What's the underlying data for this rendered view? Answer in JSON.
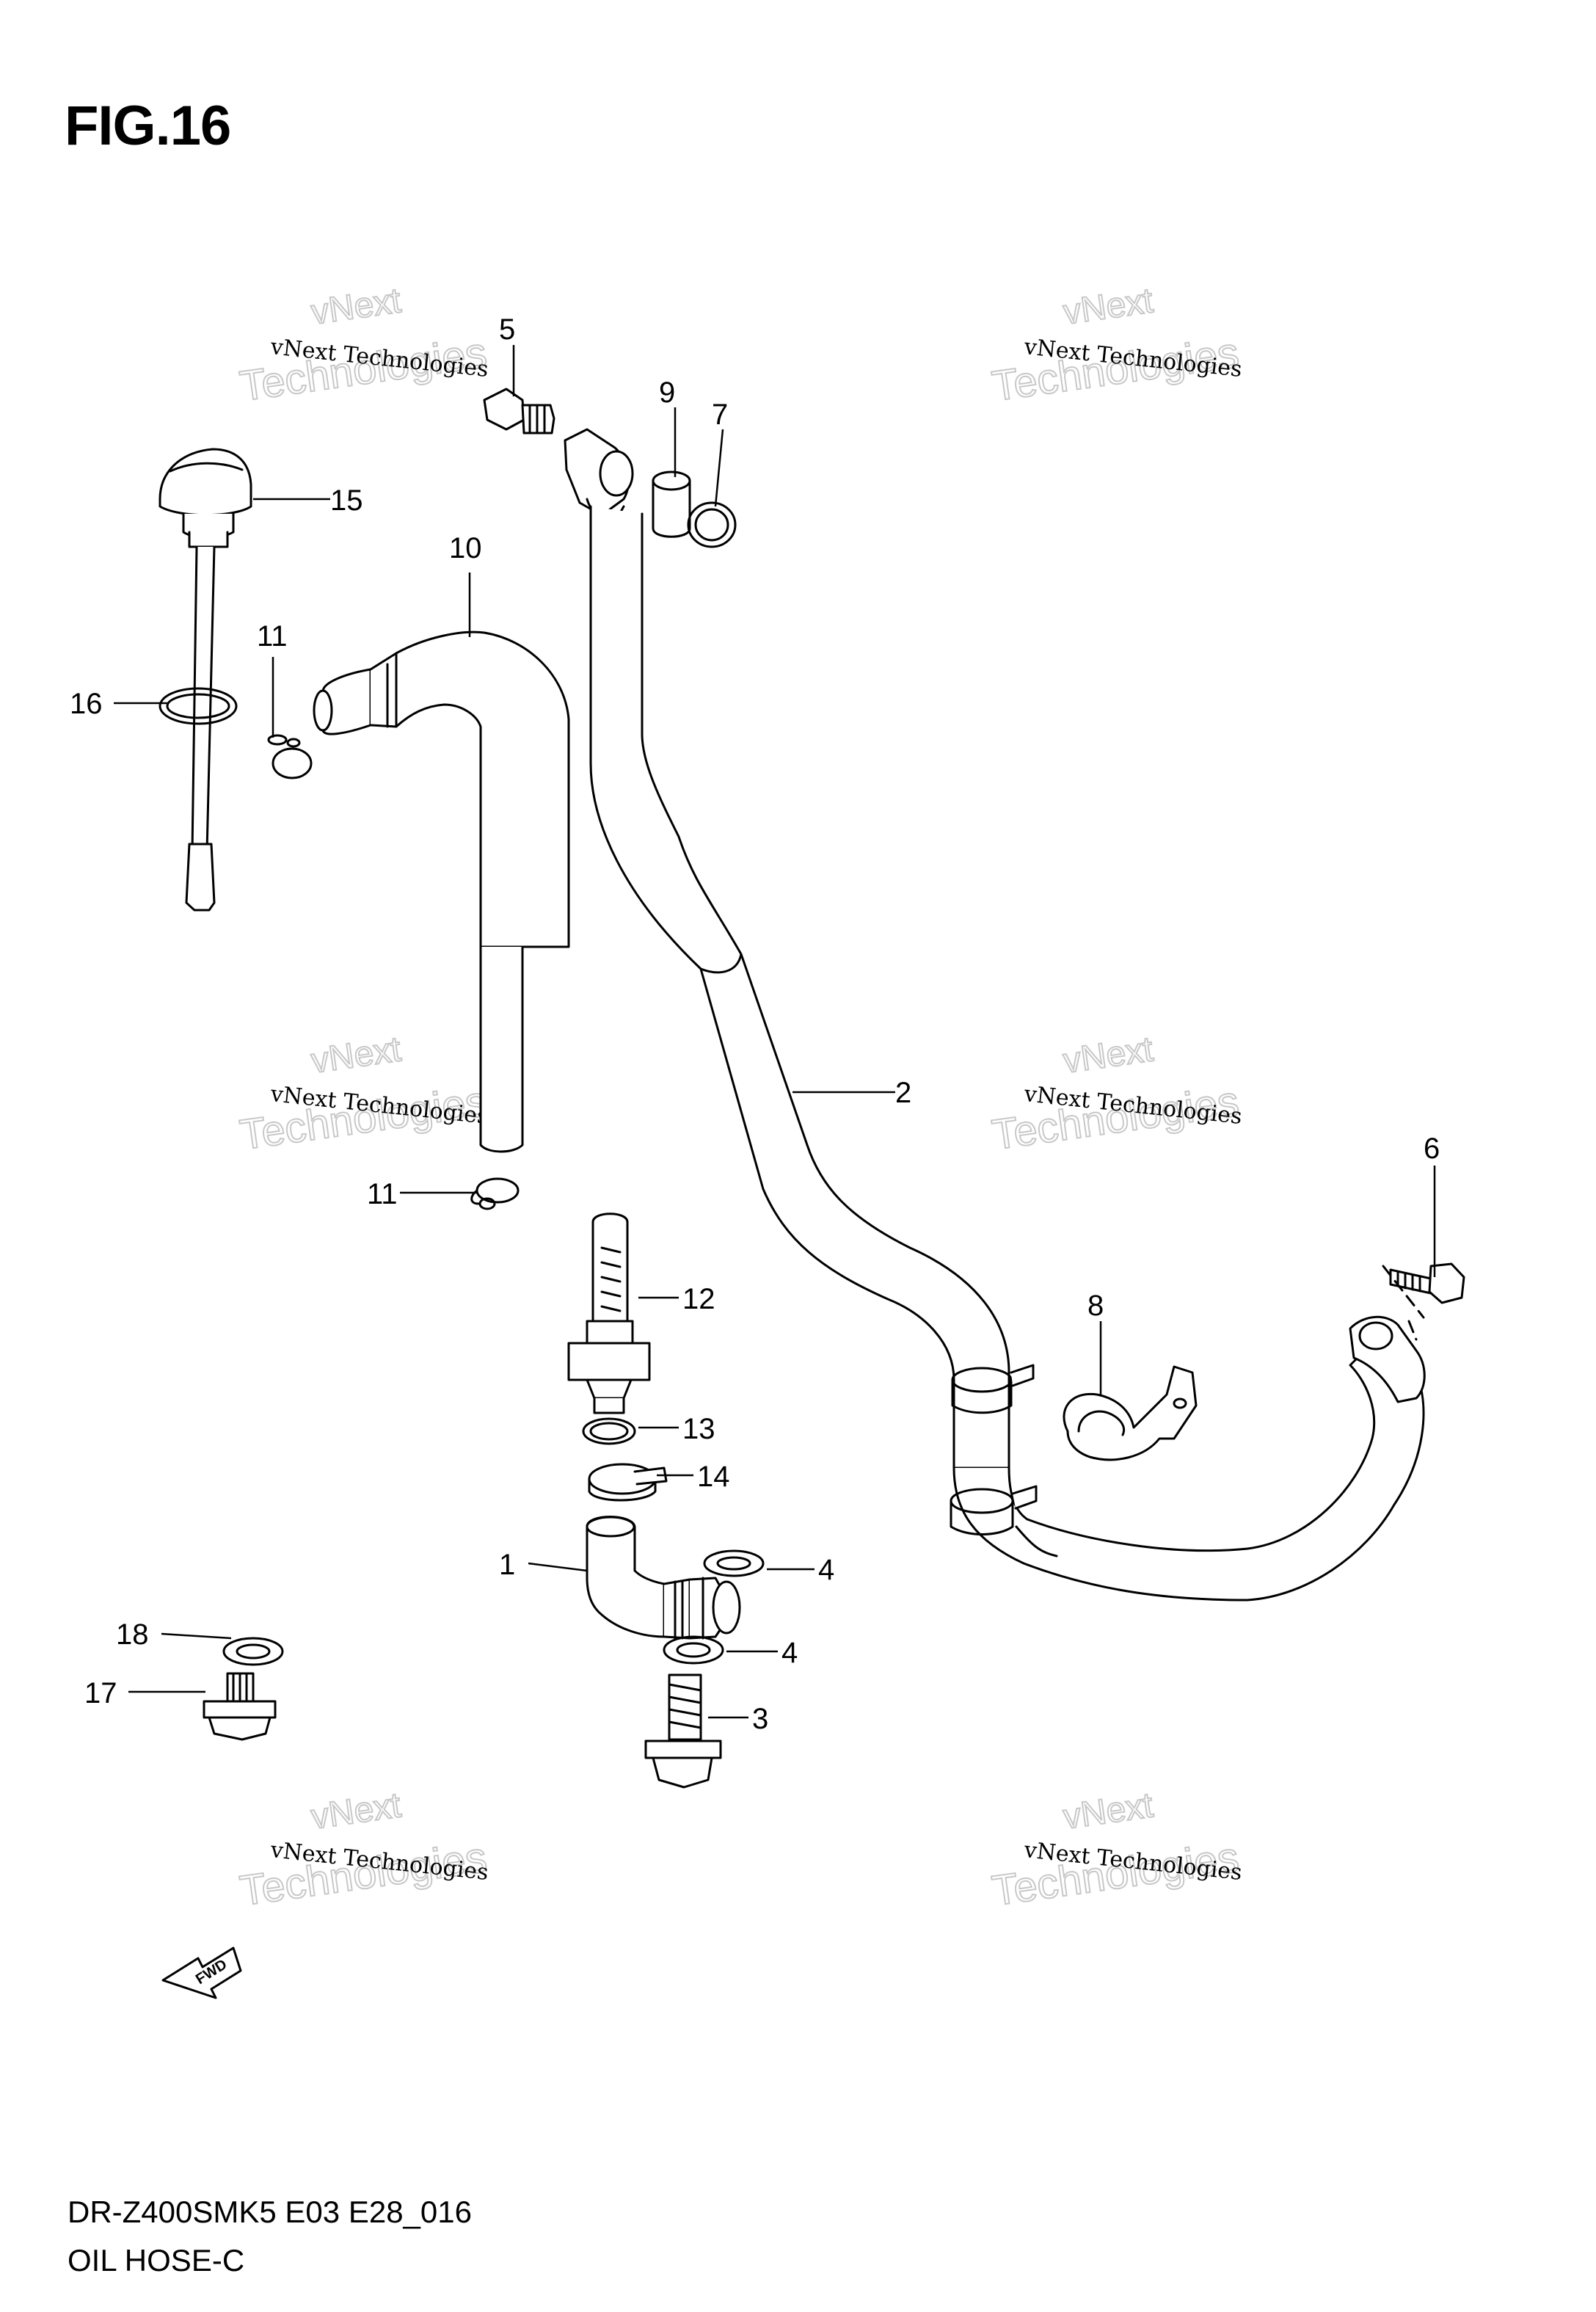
{
  "figure": {
    "title": "FIG.16",
    "model_code": "DR-Z400SMK5 E03 E28_016",
    "section_name": "OIL HOSE-C"
  },
  "callouts": [
    {
      "id": "c1",
      "label": "1"
    },
    {
      "id": "c2",
      "label": "2"
    },
    {
      "id": "c3",
      "label": "3"
    },
    {
      "id": "c4a",
      "label": "4"
    },
    {
      "id": "c4b",
      "label": "4"
    },
    {
      "id": "c5",
      "label": "5"
    },
    {
      "id": "c6",
      "label": "6"
    },
    {
      "id": "c7",
      "label": "7"
    },
    {
      "id": "c8",
      "label": "8"
    },
    {
      "id": "c9",
      "label": "9"
    },
    {
      "id": "c10",
      "label": "10"
    },
    {
      "id": "c11a",
      "label": "11"
    },
    {
      "id": "c11b",
      "label": "11"
    },
    {
      "id": "c12",
      "label": "12"
    },
    {
      "id": "c13",
      "label": "13"
    },
    {
      "id": "c14",
      "label": "14"
    },
    {
      "id": "c15",
      "label": "15"
    },
    {
      "id": "c16",
      "label": "16"
    },
    {
      "id": "c17",
      "label": "17"
    },
    {
      "id": "c18",
      "label": "18"
    }
  ],
  "watermark": {
    "small_text": "vNext Technologies",
    "big_line1": "vNext",
    "big_line2": "Technologies"
  },
  "direction_arrow": {
    "label": "FWD"
  }
}
